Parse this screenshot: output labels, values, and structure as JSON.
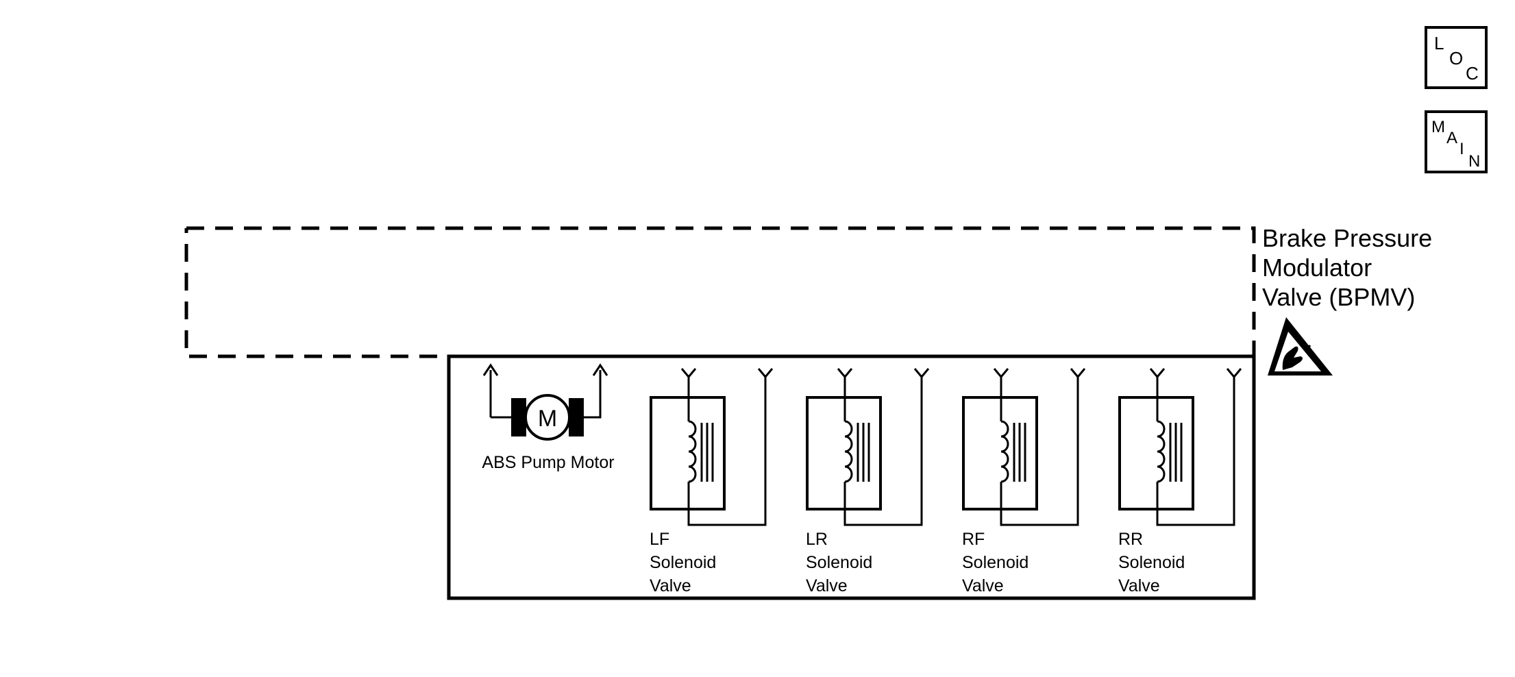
{
  "badges": {
    "loc": {
      "c1": "L",
      "c2": "O",
      "c3": "C"
    },
    "main": {
      "c1": "M",
      "c2": "A",
      "c3": "I",
      "c4": "N"
    }
  },
  "module": {
    "title_lines": [
      "Brake Pressure",
      "Modulator",
      "Valve (BPMV)"
    ],
    "esd_warning": "electrostatic-discharge-warning-icon"
  },
  "pump": {
    "symbol": "M",
    "label": "ABS Pump Motor"
  },
  "solenoids": [
    {
      "line1": "LF",
      "line2": "Solenoid",
      "line3": "Valve"
    },
    {
      "line1": "LR",
      "line2": "Solenoid",
      "line3": "Valve"
    },
    {
      "line1": "RF",
      "line2": "Solenoid",
      "line3": "Valve"
    },
    {
      "line1": "RR",
      "line2": "Solenoid",
      "line3": "Valve"
    }
  ],
  "colors": {
    "line": "#000000",
    "background": "#ffffff"
  }
}
